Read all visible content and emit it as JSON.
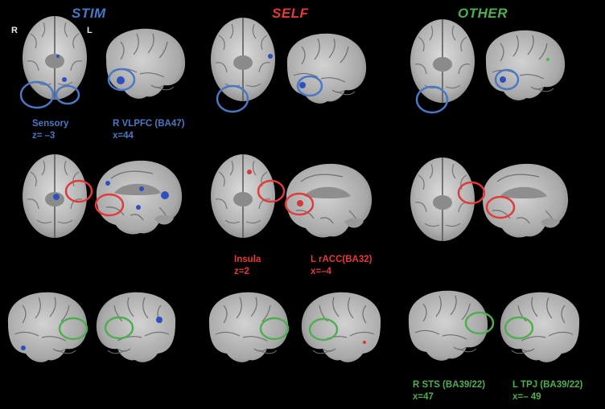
{
  "columns": {
    "stim": "STIM",
    "self": "SELF",
    "other": "OTHER"
  },
  "orientation": {
    "right": "R",
    "left": "L"
  },
  "labels": {
    "sensory": {
      "name": "Sensory",
      "coord": "z= –3"
    },
    "vlpfc": {
      "name": "R VLPFC (BA47)",
      "coord": "x=44"
    },
    "insula": {
      "name": "Insula",
      "coord": "z=2"
    },
    "racc": {
      "name": "L rACC(BA32)",
      "coord": "x=–4"
    },
    "sts": {
      "name": "R STS (BA39/22)",
      "coord": "x=47"
    },
    "tpj": {
      "name": "L TPJ (BA39/22)",
      "coord": "x=– 49"
    }
  },
  "colors": {
    "stim": "#4a78c4",
    "self": "#e03a3a",
    "other": "#4fae4f",
    "background": "#000000"
  }
}
